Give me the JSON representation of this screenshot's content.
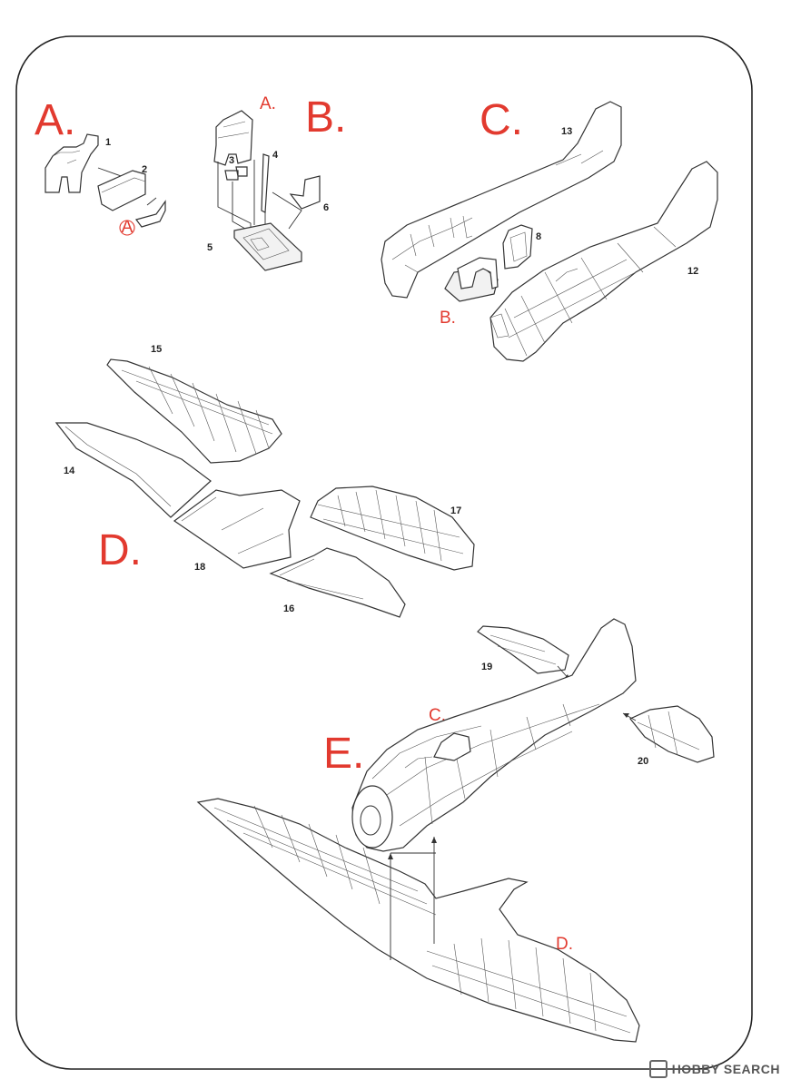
{
  "steps": {
    "a": "A.",
    "b": "B.",
    "c": "C.",
    "d": "D.",
    "e": "E."
  },
  "sub_refs": {
    "a_in_b": "A.",
    "b_in_c": "B.",
    "c_in_e": "C.",
    "d_in_e": "D.",
    "circled": "A"
  },
  "part_numbers": {
    "p1": "1",
    "p2": "2",
    "p3": "3",
    "p4": "4",
    "p5": "5",
    "p6": "6",
    "p8": "8",
    "p12": "12",
    "p13": "13",
    "p14": "14",
    "p15": "15",
    "p16": "16",
    "p17": "17",
    "p18": "18",
    "p19": "19",
    "p20": "20"
  },
  "watermark": {
    "text": "HOBBY SEARCH"
  },
  "colors": {
    "step_label": "#e23a2f",
    "line": "#333333",
    "frame": "#222222"
  }
}
